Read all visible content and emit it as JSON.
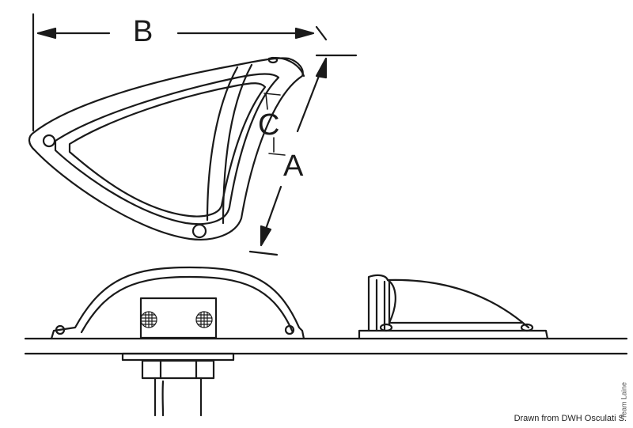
{
  "labels": {
    "a": "A",
    "b": "B",
    "c": "C"
  },
  "credit": {
    "main": "Drawn from DWH Osculati S.",
    "side": "Team Laine"
  },
  "colors": {
    "ink": "#1a1a1a",
    "background": "#ffffff"
  }
}
